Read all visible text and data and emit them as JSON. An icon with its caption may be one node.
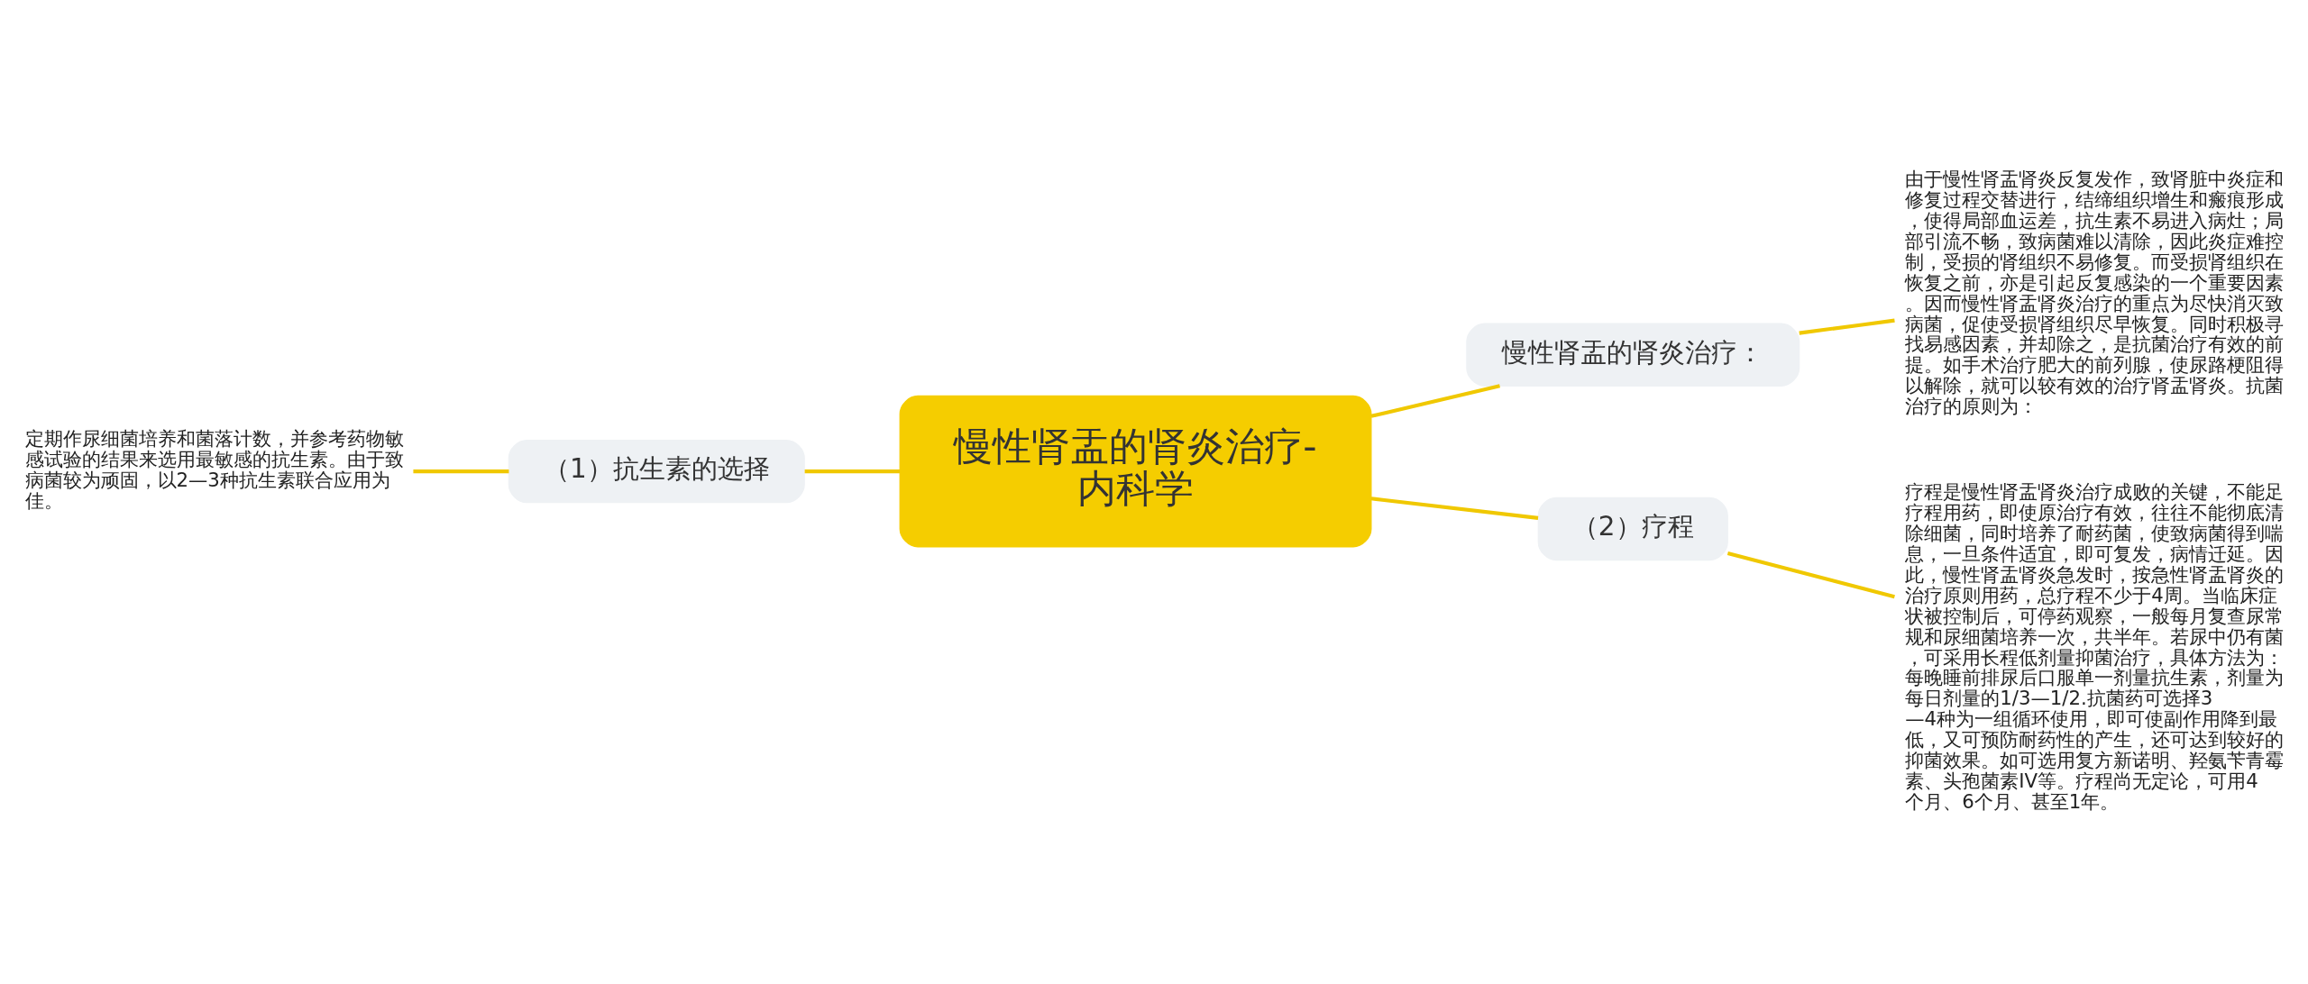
{
  "diagram": {
    "nodes": [
      {
        "text": [
          "慢性肾盂的肾炎治疗-内科学"
        ]
      },
      {
        "text": [
          "慢性肾盂的肾炎治疗："
        ]
      },
      {
        "text": [
          "由于慢性肾盂肾炎反复发作，致肾脏中炎症和修复过程交替进行，结缔组织增生和瘢痕形成，使得局部血运差，抗生素不易进入病灶；局部引流不畅，致病菌难以清除，因此炎症难控制，受损的肾组织不易修复。而受损肾组织在恢复之前，亦是引起反复感染的一个重要因素。因而慢性肾盂肾炎治疗的重点为尽快消灭致病菌，促使受损肾组织尽早恢复。同时积极寻找易感因素，并却除之，是抗菌治疗有效的前提。如手术治疗肥大的前列腺，使尿路梗阻得以解除，就可以较有效的治疗肾盂肾炎。抗菌治疗的原则为："
        ]
      },
      {
        "text": [
          "（1）抗生素的选择"
        ]
      },
      {
        "text": [
          "定期作尿细菌培养和菌落计数，并参考药物敏感试验的结果来选用最敏感的抗生素。由于致病菌较为顽固，以2—3种抗生素联合应用为佳。"
        ]
      },
      {
        "text": [
          "（2）疗程"
        ]
      },
      {
        "text": [
          "疗程是慢性肾盂肾炎治疗成败的关键，不能足疗程用药，即使原治疗有效，往往不能彻底清除细菌，同时培养了耐药菌，使致病菌得到喘息，一旦条件适宜，即可复发，病情迁延。因此，慢性肾盂肾炎急发时，按急性肾盂肾炎的治疗原则用药，总疗程不少于4周。当临床症状被控制后，可停药观察，一般每月复查尿常规和尿细菌培养一次，共半年。若尿中仍有菌，可采用长程低剂量抑菌治疗，具体方法为：每晚睡前排尿后口服单一剂量抗生素，剂量为每日剂量的1/3—1/2.抗菌药可选择3—4种为一组循环使用，即可使副作用降到最低，又可预防耐药性的产生，还可达到较好的抑菌效果。如可选用复方新诺明、羟氨苄青霉素、头孢菌素IV等。疗程尚无定论，可用4个月、6个月、甚至1年。"
        ]
      }
    ],
    "edges": [
      {
        "from": 0,
        "to": 1,
        "arrow": "none"
      },
      {
        "from": 1,
        "to": 2,
        "arrow": "none"
      },
      {
        "from": 0,
        "to": 3,
        "arrow": "none"
      },
      {
        "from": 3,
        "to": 4,
        "arrow": "none"
      },
      {
        "from": 0,
        "to": 5,
        "arrow": "none"
      },
      {
        "from": 5,
        "to": 6,
        "arrow": "none"
      }
    ]
  }
}
